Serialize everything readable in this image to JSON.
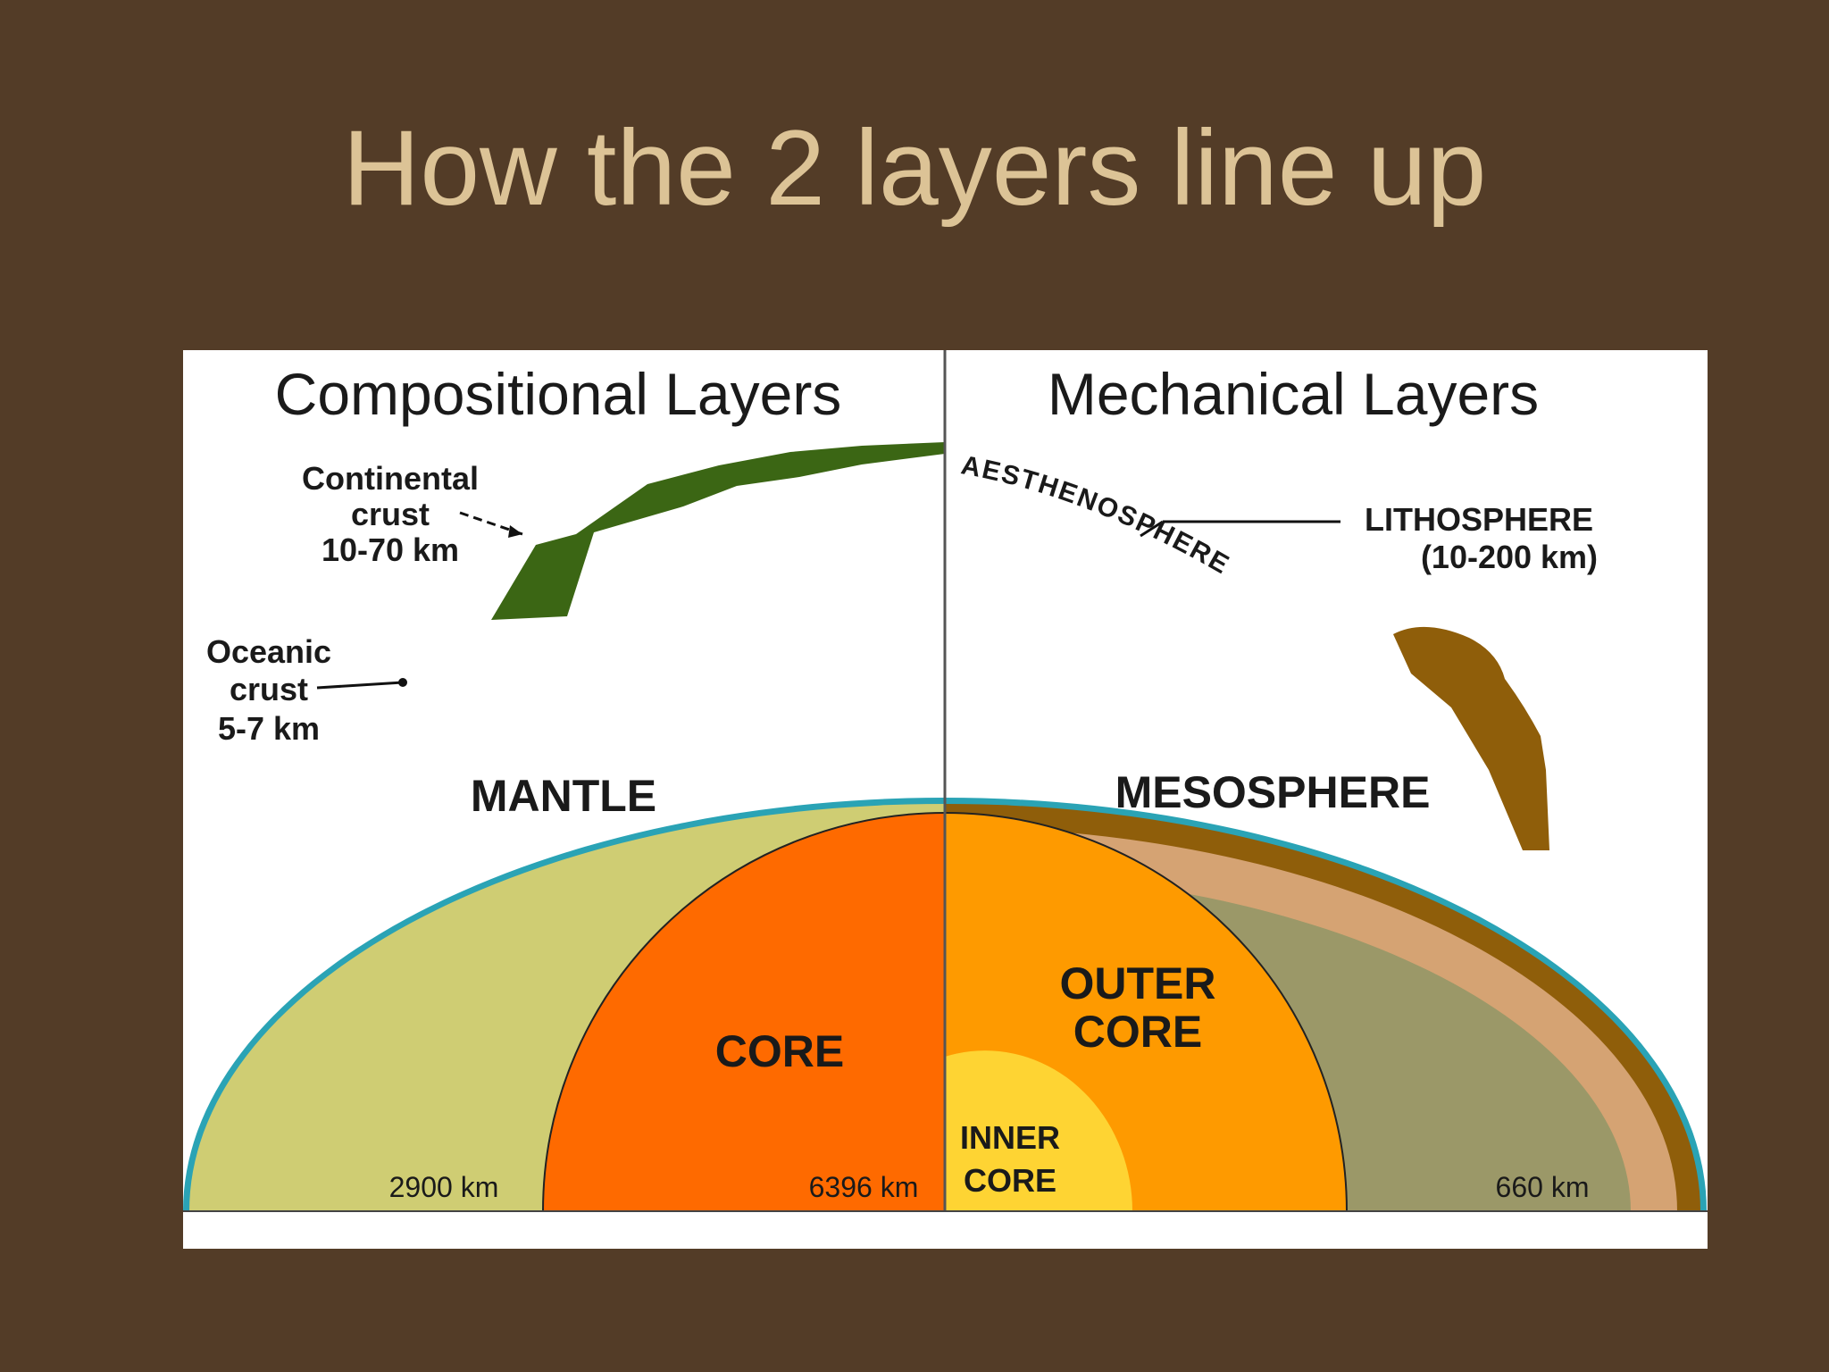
{
  "slide": {
    "title": "How the 2 layers line up"
  },
  "diagram": {
    "left_heading": "Compositional Layers",
    "right_heading": "Mechanical Layers",
    "continental_crust": [
      "Continental",
      "crust",
      "10-70 km"
    ],
    "oceanic_crust": [
      "Oceanic",
      "crust",
      "5-7 km"
    ],
    "mantle": "MANTLE",
    "core": "CORE",
    "depth_2900": "2900 km",
    "depth_6396": "6396 km",
    "lithosphere": [
      "LITHOSPHERE",
      "(10-200 km)"
    ],
    "aesthenosphere": "AESTHENOSPHERE",
    "mesosphere": "MESOSPHERE",
    "outer_core": [
      "OUTER",
      "CORE"
    ],
    "inner_core": [
      "INNER",
      "CORE"
    ],
    "depth_660": "660 km"
  },
  "colors": {
    "background": "#533c27",
    "title": "#dcc396",
    "mantle": "#cfcd73",
    "continental_crust": "#3b6614",
    "oceanic_crust": "#2aa3b5",
    "core": "#fe6a00",
    "lithosphere": "#8f5e0a",
    "aesthenosphere": "#d5a373",
    "mesosphere": "#9b9868",
    "outer_core": "#fe9a00",
    "inner_core": "#fed433"
  }
}
